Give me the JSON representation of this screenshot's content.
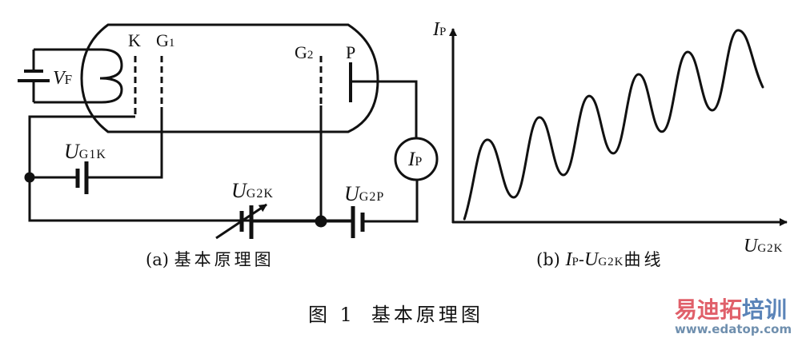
{
  "figure": {
    "caption_number": "图 1",
    "caption_title": "基本原理图"
  },
  "circuit": {
    "subcaption_tag": "(a)",
    "subcaption_text": "基本原理图",
    "labels": {
      "cathode": "K",
      "grid1_main": "G",
      "grid1_sub": "1",
      "grid2_main": "G",
      "grid2_sub": "2",
      "plate": "P",
      "filament_main": "V",
      "filament_sub": "F",
      "ug1k_main": "U",
      "ug1k_sub": "G1K",
      "ug2k_main": "U",
      "ug2k_sub": "G2K",
      "ug2p_main": "U",
      "ug2p_sub": "G2P",
      "ammeter_main": "I",
      "ammeter_sub": "P"
    }
  },
  "chart_data": {
    "type": "line",
    "title": "",
    "subcaption_tag": "(b)",
    "subcaption_main1": "I",
    "subcaption_sub1": "P",
    "subcaption_dash": "-",
    "subcaption_main2": "U",
    "subcaption_sub2": "G2K",
    "subcaption_text": "曲线",
    "xlabel_main": "U",
    "xlabel_sub": "G2K",
    "ylabel_main": "I",
    "ylabel_sub": "P",
    "xlim": [
      0,
      100
    ],
    "ylim": [
      0,
      100
    ],
    "grid": false,
    "ticks": "none",
    "series": [
      {
        "name": "IP-UG2K",
        "x": [
          3.4,
          10.3,
          18.2,
          25.9,
          33.1,
          40.8,
          48.0,
          55.6,
          62.6,
          70.3,
          77.7,
          85.4,
          92.8
        ],
        "y": [
          1.6,
          41.9,
          12.6,
          53.3,
          24.0,
          64.2,
          35.0,
          75.2,
          46.0,
          86.6,
          56.9,
          97.6,
          68.7
        ],
        "point_kinds": [
          "start",
          "peak",
          "trough",
          "peak",
          "trough",
          "peak",
          "trough",
          "peak",
          "trough",
          "peak",
          "trough",
          "peak",
          "end"
        ]
      }
    ]
  },
  "watermark": {
    "brand_part1": "易迪拓",
    "brand_part2": "培训",
    "url": "www.edatop.com",
    "color_red": "#e0606a",
    "color_blue": "#5b84b8",
    "color_url": "#6f8fae"
  }
}
